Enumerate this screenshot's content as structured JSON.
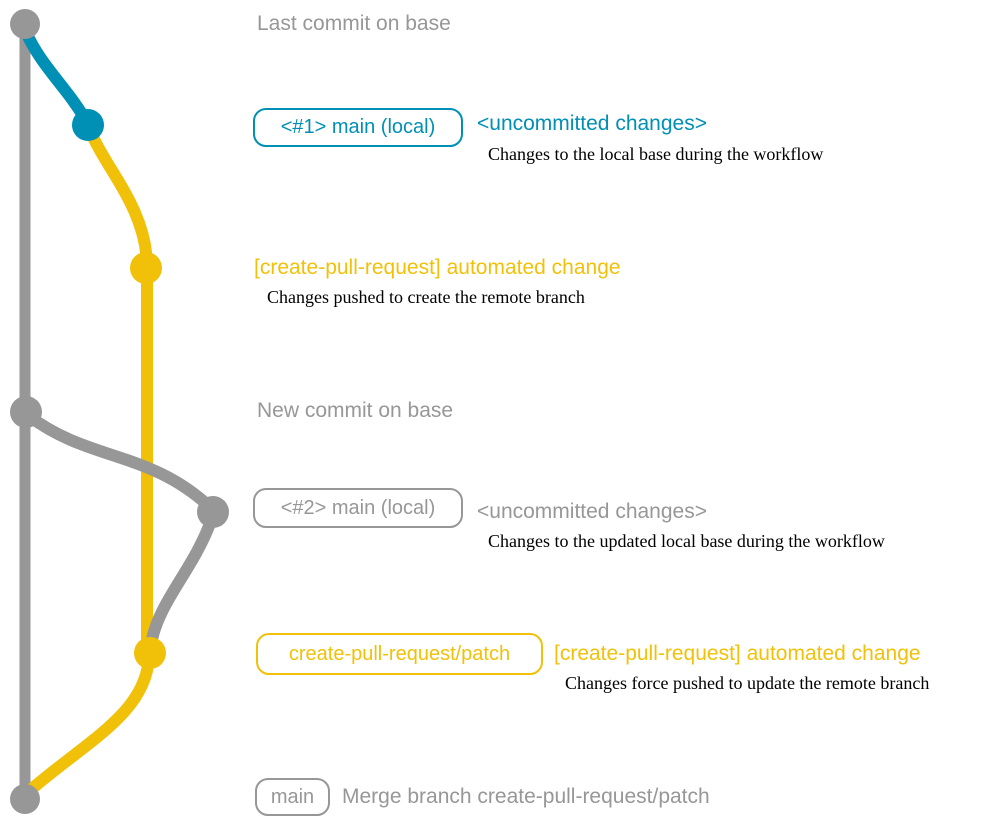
{
  "colors": {
    "base_gray": "#979797",
    "local_blue": "#008fb5",
    "branch_yellow": "#f1c109",
    "description_black": "#000000"
  },
  "rows": {
    "base_tip": {
      "message": "Last commit on base"
    },
    "local_one": {
      "tag": "<#1> main (local)",
      "message": "<uncommitted changes>",
      "description": "Changes to the local base during the workflow"
    },
    "push_one": {
      "message": "[create-pull-request] automated change",
      "description": "Changes pushed to create the remote branch"
    },
    "base_new": {
      "message": "New commit on base"
    },
    "local_two": {
      "tag": "<#2> main (local)",
      "message": "<uncommitted changes>",
      "description": "Changes to the updated local base during the workflow"
    },
    "push_two": {
      "tag": "create-pull-request/patch",
      "message": "[create-pull-request] automated change",
      "description": "Changes force pushed to update the remote branch"
    },
    "merge": {
      "tag": "main",
      "message": "Merge branch create-pull-request/patch"
    }
  }
}
